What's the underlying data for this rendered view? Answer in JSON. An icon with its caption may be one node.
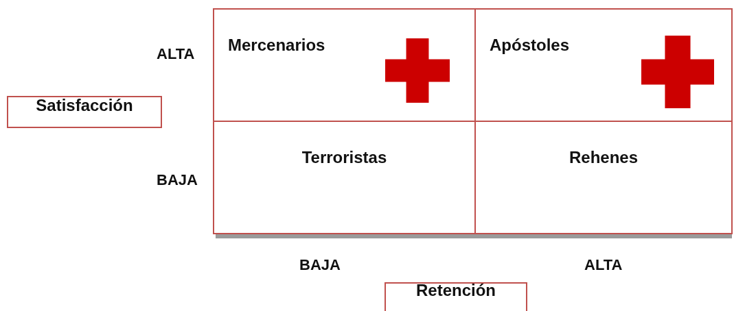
{
  "diagram": {
    "nodes": [
      {
        "text": [
          "Mercenarios"
        ]
      },
      {
        "text": [
          "Apóstoles"
        ]
      },
      {
        "text": [
          "Satisfacción"
        ]
      },
      {
        "text": [
          "Terroristas"
        ]
      },
      {
        "text": [
          "Rehenes"
        ]
      },
      {
        "text": [
          "Retención"
        ]
      }
    ],
    "labels": [
      "ALTA",
      "BAJA",
      "BAJA",
      "ALTA"
    ]
  }
}
